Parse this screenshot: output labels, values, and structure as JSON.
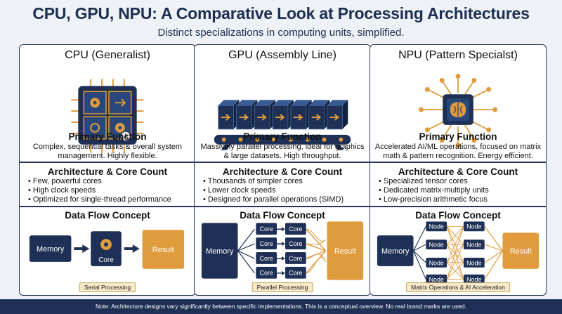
{
  "header": {
    "title": "CPU, GPU, NPU: A Comparative Look at Processing Architectures",
    "subtitle": "Distinct specializations in computing units, simplified."
  },
  "colors": {
    "navy": "#1e3055",
    "orange": "#e09b3d",
    "light_orange": "#f6e8c8",
    "background": "#eef1f5"
  },
  "panels": [
    {
      "title": "CPU (Generalist)",
      "function_heading": "Primary Function",
      "function_text": "Complex, sequential tasks & overall system management. Highly flexible.",
      "architecture_heading": "Architecture & Core Count",
      "bullets": [
        "Few, powerful cores",
        "High clock speeds",
        "Optimized for single-thread performance"
      ],
      "flow_heading": "Data Flow Concept",
      "flow": {
        "memory": "Memory",
        "core": "Core",
        "result": "Result"
      },
      "badge": "Serial Processing",
      "icon": "circuit-puzzle-gears-icon"
    },
    {
      "title": "GPU (Assembly Line)",
      "function_heading": "Primary Function",
      "function_text": "Massively parallel processing, ideal for graphics & large datasets. High throughput.",
      "architecture_heading": "Architecture & Core Count",
      "bullets": [
        "Thousands of simpler cores",
        "Lower clock speeds",
        "Designed for parallel operations (SIMD)"
      ],
      "flow_heading": "Data Flow Concept",
      "flow": {
        "memory": "Memory",
        "core": "Core",
        "result": "Result"
      },
      "badge": "Parallel Processing",
      "icon": "conveyor-belt-icon"
    },
    {
      "title": "NPU (Pattern Specialst)",
      "function_heading": "Primary Function",
      "function_text": "Accelerated AI/ML operations, focused on matrix math & pattern recognition. Energy efficient.",
      "architecture_heading": "Architecture & Core Count",
      "bullets": [
        "Specialized tensor cores",
        "Dedicated matrix-multiply units",
        "Low-precision arithmetic focus"
      ],
      "flow_heading": "Data Flow Concept",
      "flow": {
        "memory": "Memory",
        "node": "Node",
        "result": "Result"
      },
      "badge": "Matrix Operations & AI Acceleration",
      "icon": "brain-chip-icon"
    }
  ],
  "footer": "Note: Architecture designs vary significantly between specific implementations. This is a conceptual overview. No real brand marks are used."
}
